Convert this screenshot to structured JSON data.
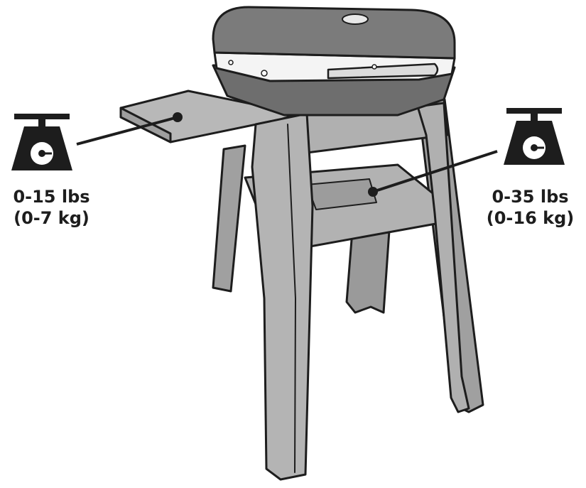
{
  "callouts": {
    "side_shelf": {
      "capacity_lbs": "0-15 lbs",
      "capacity_kg": "(0-7 kg)",
      "icon": "scale-icon"
    },
    "bottom_shelf": {
      "capacity_lbs": "0-35 lbs",
      "capacity_kg": "(0-16 kg)",
      "icon": "scale-icon"
    }
  },
  "colors": {
    "stand_gray": "#a8a8a8",
    "lid_gray": "#777777",
    "outline": "#1d1d1d",
    "band": "#f4f4f4"
  }
}
